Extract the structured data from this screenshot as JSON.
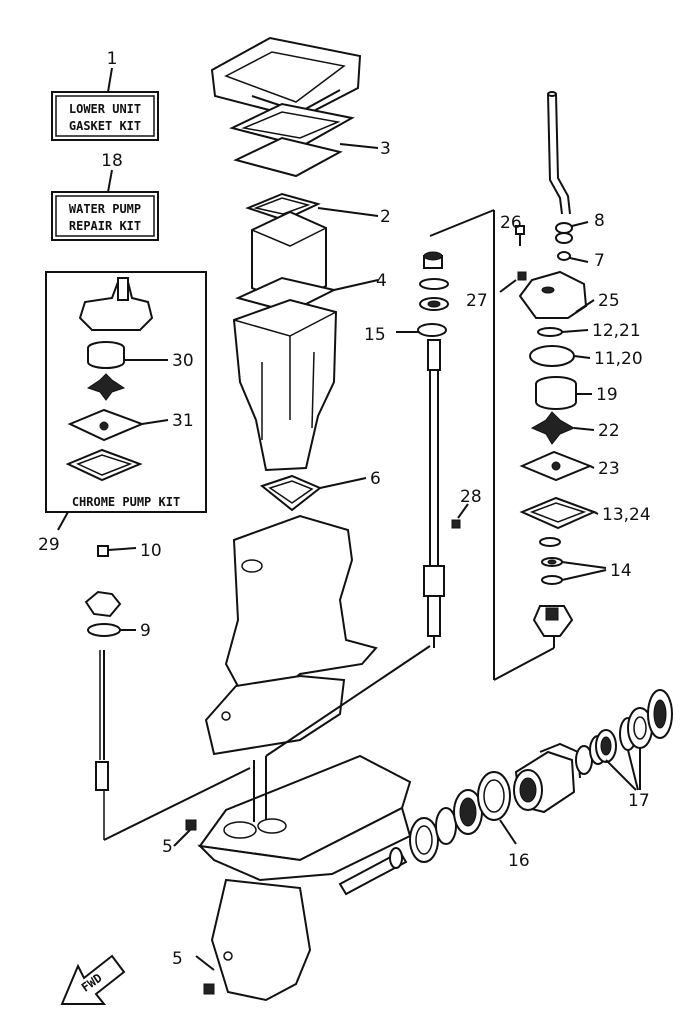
{
  "kits": {
    "lower_unit_gasket_line1": "LOWER UNIT",
    "lower_unit_gasket_line2": "GASKET KIT",
    "water_pump_line1": "WATER PUMP",
    "water_pump_line2": "REPAIR KIT",
    "chrome_pump": "CHROME PUMP KIT"
  },
  "fwd_label": "FWD",
  "callouts": {
    "c1": "1",
    "c18": "18",
    "c3": "3",
    "c2": "2",
    "c4": "4",
    "c6": "6",
    "c30": "30",
    "c31": "31",
    "c29": "29",
    "c10": "10",
    "c9": "9",
    "c5a": "5",
    "c5b": "5",
    "c15": "15",
    "c26": "26",
    "c27": "27",
    "c8": "8",
    "c7": "7",
    "c25": "25",
    "c12_21": "12,21",
    "c11_20": "11,20",
    "c19": "19",
    "c22": "22",
    "c23": "23",
    "c13_24": "13,24",
    "c28": "28",
    "c14": "14",
    "c16": "16",
    "c17": "17"
  }
}
